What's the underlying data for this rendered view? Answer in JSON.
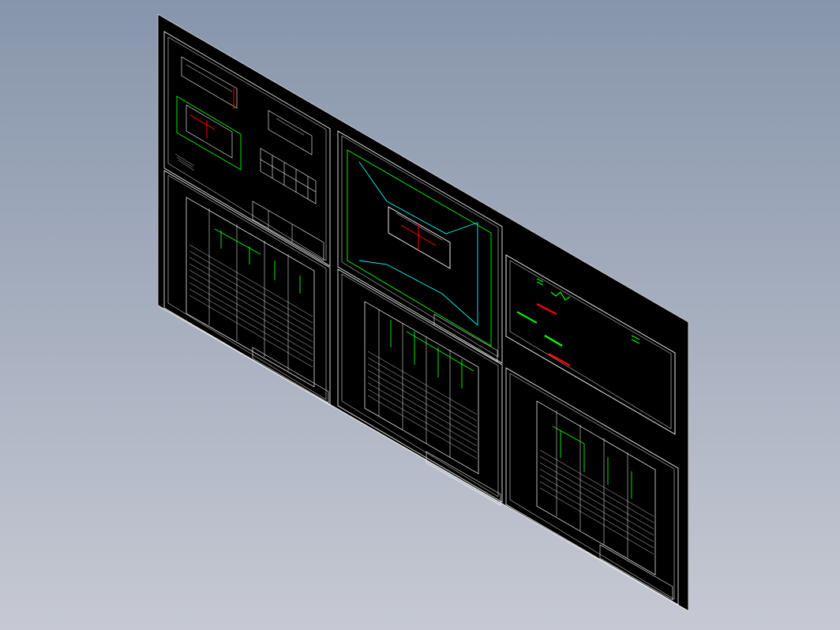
{
  "scene": {
    "view": "isometric",
    "description_colors": {
      "background_top": "#8795ab",
      "background_bottom": "#c6c9d3",
      "sheet": "#000000",
      "border": "#ffffff",
      "accent_green": "#00ff00",
      "accent_red": "#ff0000",
      "accent_cyan": "#00ffff"
    }
  },
  "drawing_sheets": [
    {
      "id": "sheet-a",
      "kind": "plan-details"
    },
    {
      "id": "sheet-b",
      "kind": "site-plan"
    },
    {
      "id": "sheet-c",
      "kind": "title-page"
    },
    {
      "id": "sheet-d",
      "kind": "schematic-table"
    },
    {
      "id": "sheet-e",
      "kind": "schematic-table"
    },
    {
      "id": "sheet-f",
      "kind": "schematic-table"
    }
  ]
}
